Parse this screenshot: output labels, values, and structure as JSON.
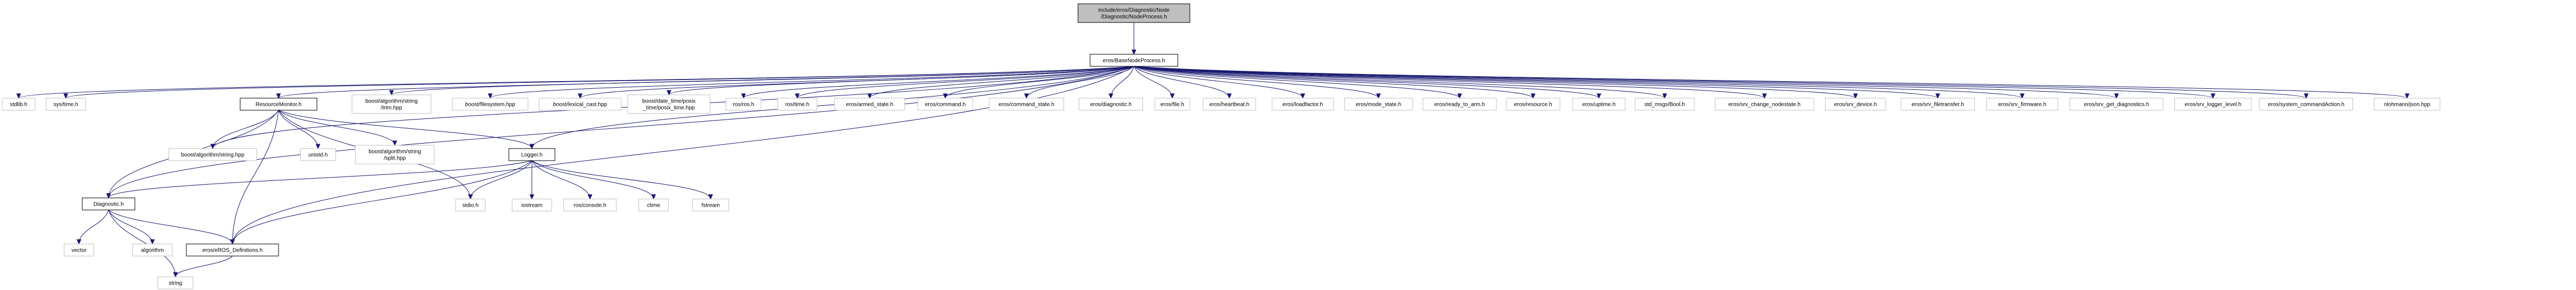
{
  "title_lines": [
    "include/eros/Diagnostic/Node",
    "/Diagnostic/NodeProcess.h"
  ],
  "colors": {
    "edge": "#191970",
    "focus_fill": "#bfbfbf",
    "ext_border": "#bfbfbf",
    "box_border": "#000000"
  },
  "nodes": [
    {
      "id": "root",
      "kind": "hl",
      "lines": [
        "include/eros/Diagnostic/Node",
        "/Diagnostic/NodeProcess.h"
      ]
    },
    {
      "id": "base",
      "kind": "bx",
      "lines": [
        "eros/BaseNodeProcess.h"
      ]
    },
    {
      "id": "stdlib",
      "kind": "ext",
      "lines": [
        "stdlib.h"
      ]
    },
    {
      "id": "systime",
      "kind": "ext",
      "lines": [
        "sys/time.h"
      ]
    },
    {
      "id": "resmon",
      "kind": "bx",
      "lines": [
        "ResourceMonitor.h"
      ]
    },
    {
      "id": "bstrim",
      "kind": "ext",
      "lines": [
        "boost/algorithm/string",
        "/trim.hpp"
      ]
    },
    {
      "id": "bfs",
      "kind": "ext",
      "lines": [
        "boost/filesystem.hpp"
      ]
    },
    {
      "id": "blex",
      "kind": "ext",
      "lines": [
        "boost/lexical_cast.hpp"
      ]
    },
    {
      "id": "bdt",
      "kind": "ext",
      "lines": [
        "boost/date_time/posix",
        "_time/posix_time.hpp"
      ]
    },
    {
      "id": "ros",
      "kind": "ext",
      "lines": [
        "ros/ros.h"
      ]
    },
    {
      "id": "rostime",
      "kind": "ext",
      "lines": [
        "ros/time.h"
      ]
    },
    {
      "id": "armed",
      "kind": "ext",
      "lines": [
        "eros/armed_state.h"
      ]
    },
    {
      "id": "cmd",
      "kind": "ext",
      "lines": [
        "eros/command.h"
      ]
    },
    {
      "id": "cmdstate",
      "kind": "ext",
      "lines": [
        "eros/command_state.h"
      ]
    },
    {
      "id": "diag",
      "kind": "ext",
      "lines": [
        "eros/diagnostic.h"
      ]
    },
    {
      "id": "file",
      "kind": "ext",
      "lines": [
        "eros/file.h"
      ]
    },
    {
      "id": "hb",
      "kind": "ext",
      "lines": [
        "eros/heartbeat.h"
      ]
    },
    {
      "id": "load",
      "kind": "ext",
      "lines": [
        "eros/loadfactor.h"
      ]
    },
    {
      "id": "mode",
      "kind": "ext",
      "lines": [
        "eros/mode_state.h"
      ]
    },
    {
      "id": "ready",
      "kind": "ext",
      "lines": [
        "eros/ready_to_arm.h"
      ]
    },
    {
      "id": "res",
      "kind": "ext",
      "lines": [
        "eros/resource.h"
      ]
    },
    {
      "id": "up",
      "kind": "ext",
      "lines": [
        "eros/uptime.h"
      ]
    },
    {
      "id": "bool",
      "kind": "ext",
      "lines": [
        "std_msgs/Bool.h"
      ]
    },
    {
      "id": "chg",
      "kind": "ext",
      "lines": [
        "eros/srv_change_nodestate.h"
      ]
    },
    {
      "id": "dev",
      "kind": "ext",
      "lines": [
        "eros/srv_device.h"
      ]
    },
    {
      "id": "ftx",
      "kind": "ext",
      "lines": [
        "eros/srv_filetransfer.h"
      ]
    },
    {
      "id": "fw",
      "kind": "ext",
      "lines": [
        "eros/srv_firmware.h"
      ]
    },
    {
      "id": "gdiag",
      "kind": "ext",
      "lines": [
        "eros/srv_get_diagnostics.h"
      ]
    },
    {
      "id": "logl",
      "kind": "ext",
      "lines": [
        "eros/srv_logger_level.h"
      ]
    },
    {
      "id": "sysc",
      "kind": "ext",
      "lines": [
        "eros/system_commandAction.h"
      ]
    },
    {
      "id": "json",
      "kind": "ext",
      "lines": [
        "nlohmann/json.hpp"
      ]
    },
    {
      "id": "bstr",
      "kind": "ext",
      "lines": [
        "boost/algorithm/string.hpp"
      ]
    },
    {
      "id": "unistd",
      "kind": "ext",
      "lines": [
        "unistd.h"
      ]
    },
    {
      "id": "bsplit",
      "kind": "ext",
      "lines": [
        "boost/algorithm/string",
        "/split.hpp"
      ]
    },
    {
      "id": "logger",
      "kind": "bx",
      "lines": [
        "Logger.h"
      ]
    },
    {
      "id": "diagnostic",
      "kind": "bx",
      "lines": [
        "Diagnostic.h"
      ]
    },
    {
      "id": "stdio",
      "kind": "ext",
      "lines": [
        "stdio.h"
      ]
    },
    {
      "id": "iostream",
      "kind": "ext",
      "lines": [
        "iostream"
      ]
    },
    {
      "id": "console",
      "kind": "ext",
      "lines": [
        "ros/console.h"
      ]
    },
    {
      "id": "ctime",
      "kind": "ext",
      "lines": [
        "ctime"
      ]
    },
    {
      "id": "fstream",
      "kind": "ext",
      "lines": [
        "fstream"
      ]
    },
    {
      "id": "vector",
      "kind": "ext",
      "lines": [
        "vector"
      ]
    },
    {
      "id": "algo",
      "kind": "ext",
      "lines": [
        "algorithm"
      ]
    },
    {
      "id": "defs",
      "kind": "bx",
      "lines": [
        "eros/eROS_Definitions.h"
      ]
    },
    {
      "id": "string",
      "kind": "ext",
      "lines": [
        "string"
      ]
    }
  ],
  "edges": [
    [
      "root",
      "base"
    ],
    [
      "base",
      "stdlib"
    ],
    [
      "base",
      "systime"
    ],
    [
      "base",
      "resmon"
    ],
    [
      "base",
      "bstrim"
    ],
    [
      "base",
      "bfs"
    ],
    [
      "base",
      "blex"
    ],
    [
      "base",
      "bdt"
    ],
    [
      "base",
      "ros"
    ],
    [
      "base",
      "rostime"
    ],
    [
      "base",
      "armed"
    ],
    [
      "base",
      "cmd"
    ],
    [
      "base",
      "cmdstate"
    ],
    [
      "base",
      "diag"
    ],
    [
      "base",
      "file"
    ],
    [
      "base",
      "hb"
    ],
    [
      "base",
      "load"
    ],
    [
      "base",
      "mode"
    ],
    [
      "base",
      "ready"
    ],
    [
      "base",
      "res"
    ],
    [
      "base",
      "up"
    ],
    [
      "base",
      "bool"
    ],
    [
      "base",
      "chg"
    ],
    [
      "base",
      "dev"
    ],
    [
      "base",
      "ftx"
    ],
    [
      "base",
      "fw"
    ],
    [
      "base",
      "gdiag"
    ],
    [
      "base",
      "logl"
    ],
    [
      "base",
      "sysc"
    ],
    [
      "base",
      "json"
    ],
    [
      "base",
      "bstr"
    ],
    [
      "base",
      "logger"
    ],
    [
      "base",
      "diagnostic"
    ],
    [
      "base",
      "defs"
    ],
    [
      "resmon",
      "bstr"
    ],
    [
      "resmon",
      "unistd"
    ],
    [
      "resmon",
      "bsplit"
    ],
    [
      "resmon",
      "logger"
    ],
    [
      "resmon",
      "stdio"
    ],
    [
      "resmon",
      "diagnostic"
    ],
    [
      "resmon",
      "defs"
    ],
    [
      "logger",
      "stdio"
    ],
    [
      "logger",
      "iostream"
    ],
    [
      "logger",
      "console"
    ],
    [
      "logger",
      "ctime"
    ],
    [
      "logger",
      "fstream"
    ],
    [
      "logger",
      "diagnostic"
    ],
    [
      "logger",
      "defs"
    ],
    [
      "diagnostic",
      "vector"
    ],
    [
      "diagnostic",
      "algo"
    ],
    [
      "diagnostic",
      "defs"
    ],
    [
      "diagnostic",
      "string"
    ],
    [
      "defs",
      "string"
    ]
  ]
}
